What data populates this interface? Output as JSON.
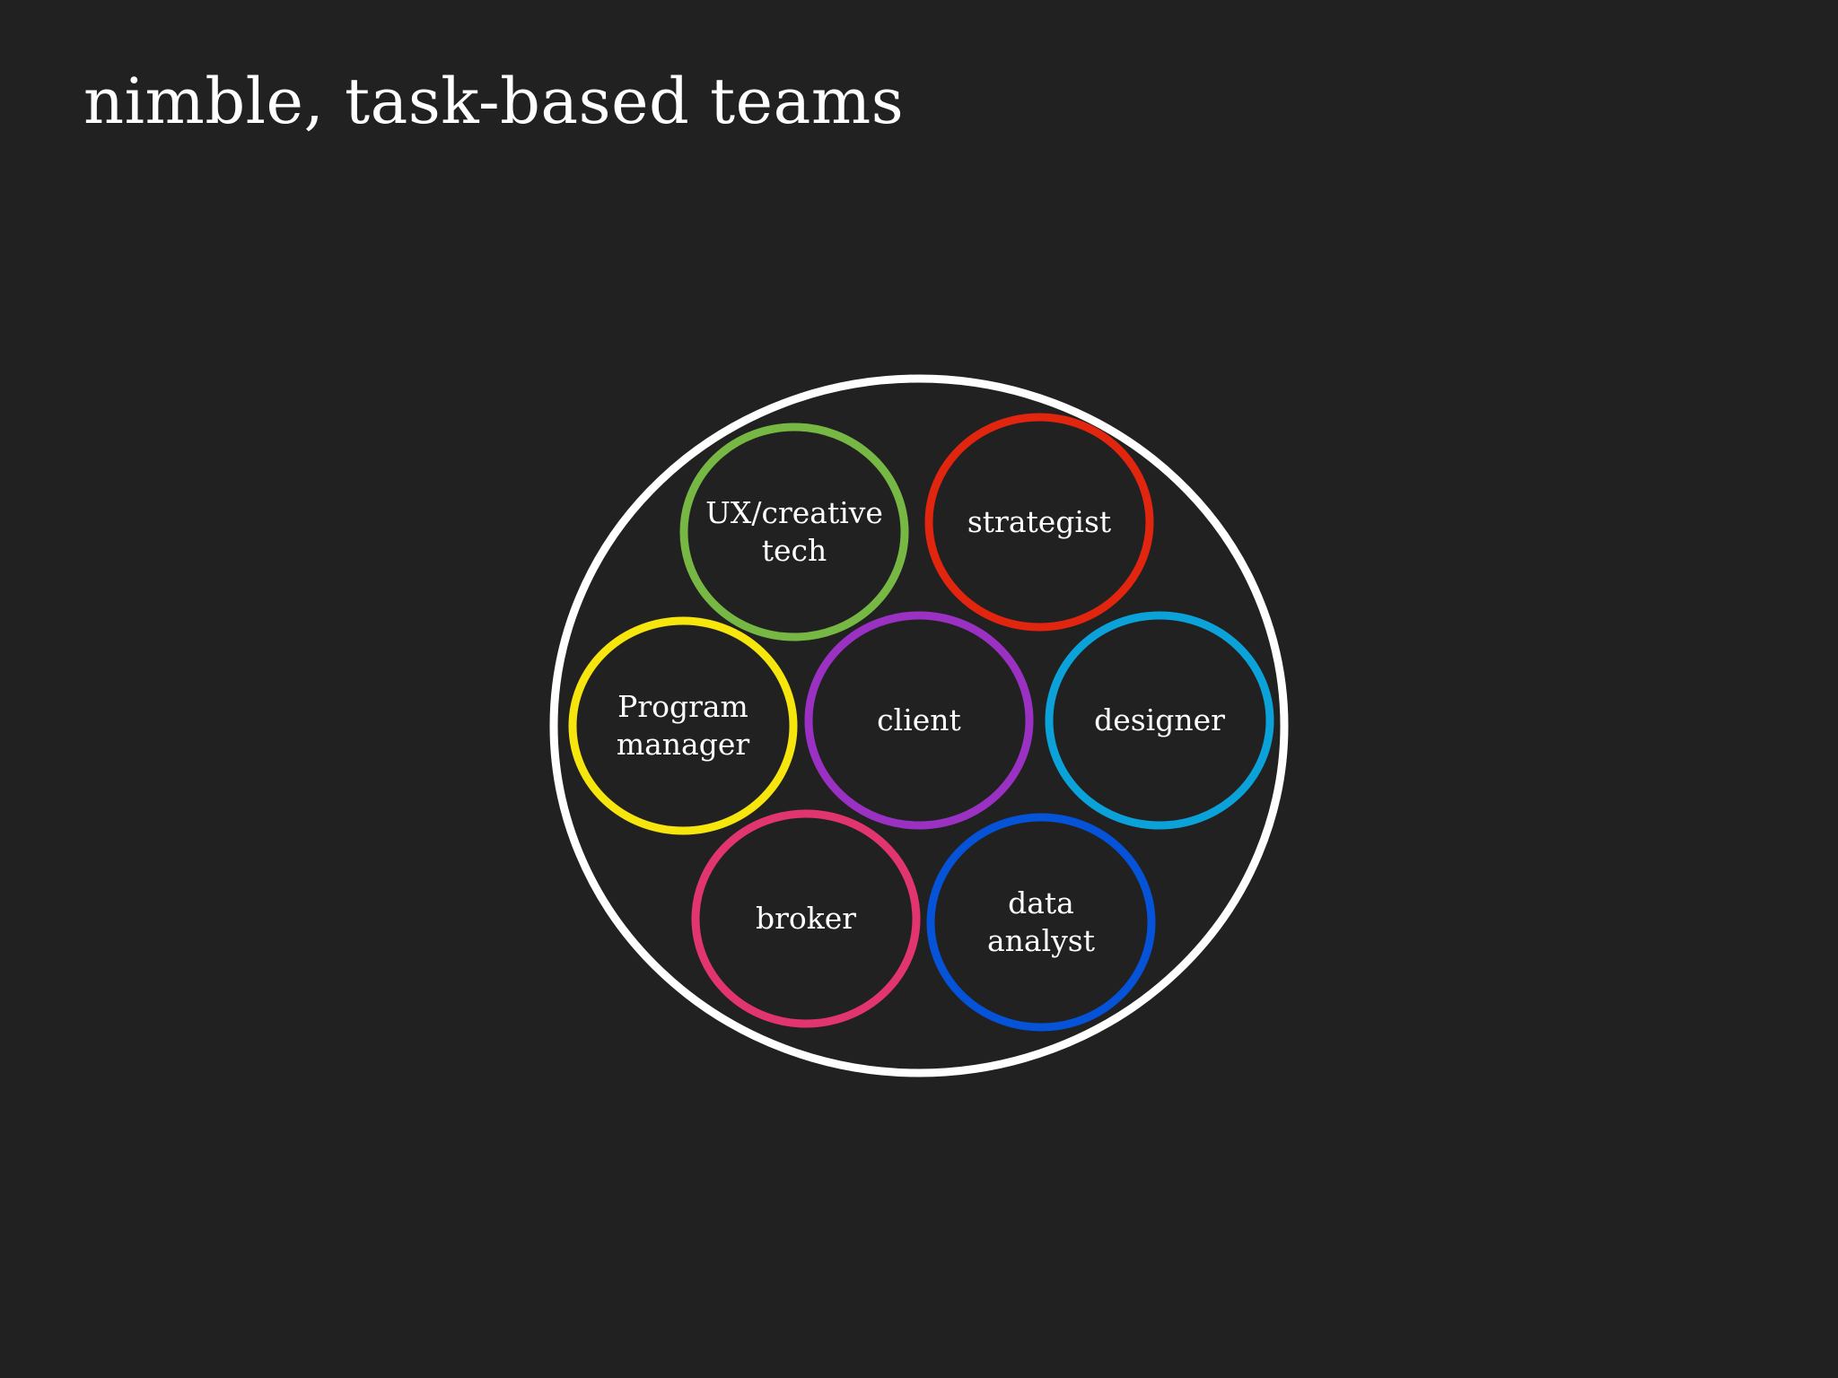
{
  "title": "nimble, task-based teams",
  "diagram": {
    "container_color": "#ffffff",
    "roles": [
      {
        "label": "UX/creative\ntech",
        "color": "#76b843",
        "position": "upper-left"
      },
      {
        "label": "strategist",
        "color": "#e1250f",
        "position": "upper-right"
      },
      {
        "label": "Program\nmanager",
        "color": "#f6e60d",
        "position": "middle-left"
      },
      {
        "label": "client",
        "color": "#9a31c2",
        "position": "center"
      },
      {
        "label": "designer",
        "color": "#0aa2d8",
        "position": "middle-right"
      },
      {
        "label": "broker",
        "color": "#e2356f",
        "position": "lower-left"
      },
      {
        "label": "data\nanalyst",
        "color": "#0553d9",
        "position": "lower-right"
      }
    ]
  }
}
